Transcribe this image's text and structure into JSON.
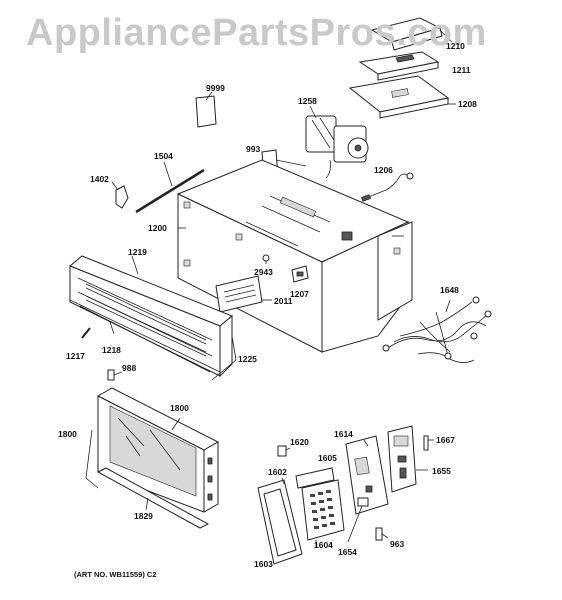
{
  "watermark": "AppliancePartsPros.com",
  "art_number": "(ART NO. WB11559) C2",
  "parts": [
    {
      "id": "1210",
      "name": "part-1210"
    },
    {
      "id": "1211",
      "name": "part-1211"
    },
    {
      "id": "1208",
      "name": "part-1208"
    },
    {
      "id": "9999",
      "name": "part-9999"
    },
    {
      "id": "1258",
      "name": "part-1258"
    },
    {
      "id": "993",
      "name": "part-993"
    },
    {
      "id": "1504",
      "name": "part-1504"
    },
    {
      "id": "1206",
      "name": "part-1206"
    },
    {
      "id": "1402",
      "name": "part-1402"
    },
    {
      "id": "1200",
      "name": "part-1200"
    },
    {
      "id": "1219",
      "name": "part-1219"
    },
    {
      "id": "2943",
      "name": "part-2943"
    },
    {
      "id": "1207",
      "name": "part-1207"
    },
    {
      "id": "1648",
      "name": "part-1648"
    },
    {
      "id": "2011",
      "name": "part-2011"
    },
    {
      "id": "1225",
      "name": "part-1225"
    },
    {
      "id": "1217",
      "name": "part-1217"
    },
    {
      "id": "1218",
      "name": "part-1218"
    },
    {
      "id": "988",
      "name": "part-988"
    },
    {
      "id": "1800",
      "name": "part-1800-right"
    },
    {
      "id": "1800",
      "name": "part-1800-left"
    },
    {
      "id": "1620",
      "name": "part-1620"
    },
    {
      "id": "1614",
      "name": "part-1614"
    },
    {
      "id": "1667",
      "name": "part-1667"
    },
    {
      "id": "1605",
      "name": "part-1605"
    },
    {
      "id": "1655",
      "name": "part-1655"
    },
    {
      "id": "1602",
      "name": "part-1602"
    },
    {
      "id": "1829",
      "name": "part-1829"
    },
    {
      "id": "1604",
      "name": "part-1604"
    },
    {
      "id": "1654",
      "name": "part-1654"
    },
    {
      "id": "963",
      "name": "part-963"
    },
    {
      "id": "1603",
      "name": "part-1603"
    }
  ]
}
